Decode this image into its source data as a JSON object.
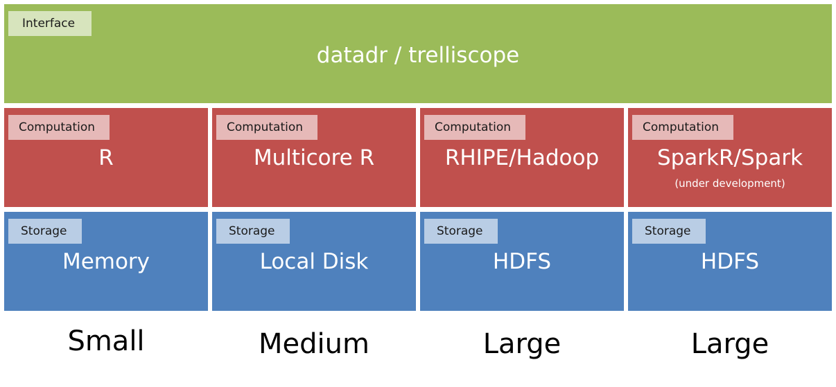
{
  "interface": {
    "tag": "Interface",
    "title": "datadr / trelliscope"
  },
  "columns": [
    {
      "computation": {
        "tag": "Computation",
        "label": "R",
        "note": ""
      },
      "storage": {
        "tag": "Storage",
        "label": "Memory"
      },
      "size": "Small"
    },
    {
      "computation": {
        "tag": "Computation",
        "label": "Multicore R",
        "note": ""
      },
      "storage": {
        "tag": "Storage",
        "label": "Local Disk"
      },
      "size": "Medium"
    },
    {
      "computation": {
        "tag": "Computation",
        "label": "RHIPE/Hadoop",
        "note": ""
      },
      "storage": {
        "tag": "Storage",
        "label": "HDFS"
      },
      "size": "Large"
    },
    {
      "computation": {
        "tag": "Computation",
        "label": "SparkR/Spark",
        "note": "(under development)"
      },
      "storage": {
        "tag": "Storage",
        "label": "HDFS"
      },
      "size": "Large"
    }
  ],
  "colors": {
    "interface": "#9bbb59",
    "interface_tag": "#d7e4bd",
    "computation": "#c0504d",
    "computation_tag": "#e6b9b8",
    "storage": "#4f81bd",
    "storage_tag": "#b9cde5"
  }
}
